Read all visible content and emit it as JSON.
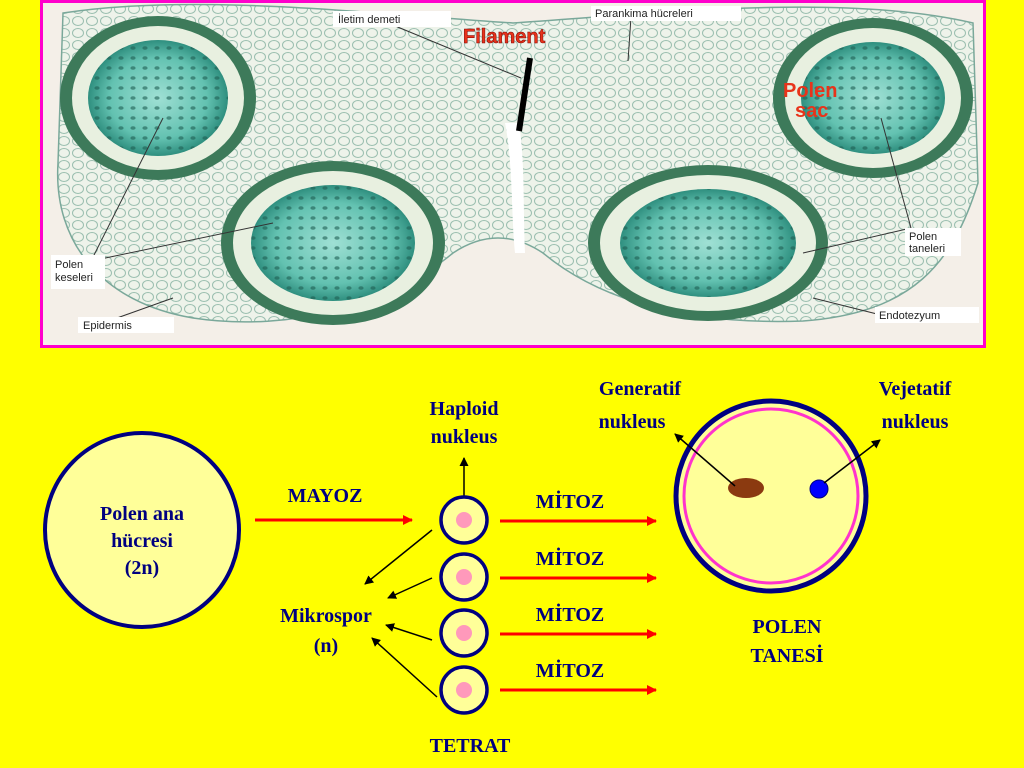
{
  "photo": {
    "labels": {
      "iletim": "İletim demeti",
      "parankima": "Parankima hücreleri",
      "filament": "Filament",
      "polen_sac_1": "Polen",
      "polen_sac_2": "sac",
      "polen_keseleri_1": "Polen",
      "polen_keseleri_2": "keseleri",
      "epidermis": "Epidermis",
      "polen_taneleri_1": "Polen",
      "polen_taneleri_2": "taneleri",
      "endotezyum": "Endotezyum"
    }
  },
  "diagram": {
    "polen_ana": [
      "Polen ana",
      "hücresi",
      "(2n)"
    ],
    "mayoz": "MAYOZ",
    "haploid": [
      "Haploid",
      "nukleus"
    ],
    "mitoz": [
      "MİTOZ",
      "MİTOZ",
      "MİTOZ",
      "MİTOZ"
    ],
    "mikrospor": [
      "Mikrospor",
      "(n)"
    ],
    "tetrat": "TETRAT",
    "generatif": [
      "Generatif",
      "nukleus"
    ],
    "vejetatif": [
      "Vejetatif",
      "nukleus"
    ],
    "polen_tanesi": [
      "POLEN",
      "TANESİ"
    ],
    "colors": {
      "background": "#ffff00",
      "photo_border": "#ff00cc",
      "circle_stroke": "#000080",
      "circle_fill": "#ffff99",
      "arrow_red": "#ff0000",
      "pink_ring": "#ff33cc",
      "generatif_nucleus": "#8b3a10",
      "vejetatif_nucleus": "#0000ff"
    }
  }
}
